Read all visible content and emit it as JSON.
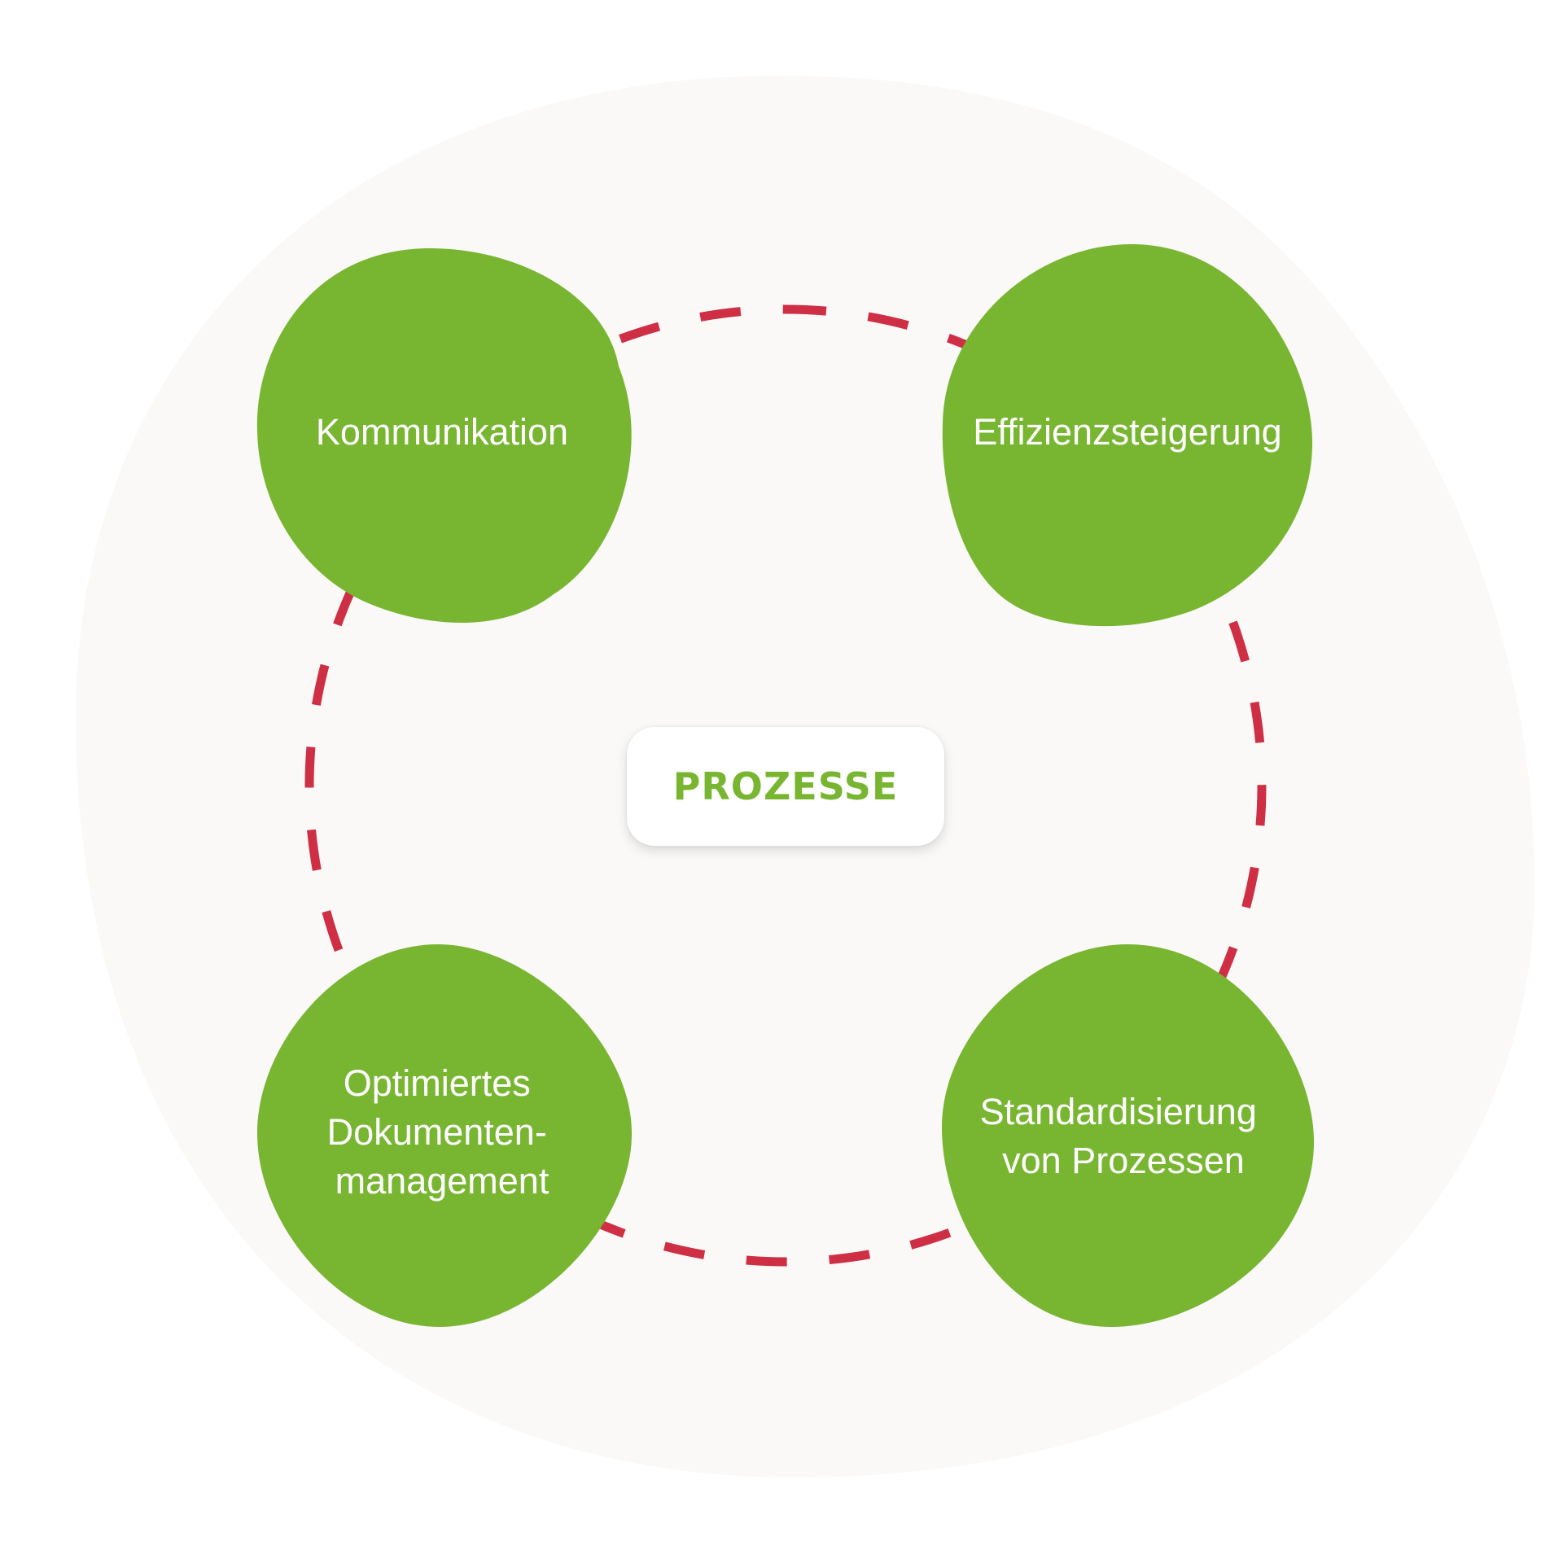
{
  "colors": {
    "background_blob": "#faf9f7",
    "node_fill": "#78b632",
    "ring_dash": "#cf2f44",
    "node_text": "#ffffff",
    "center_text": "#78b632",
    "center_box": "#ffffff"
  },
  "center": {
    "label": "PROZESSE"
  },
  "nodes": [
    {
      "id": "kommunikation",
      "lines": [
        "Kommunikation"
      ]
    },
    {
      "id": "effizienzsteigerung",
      "lines": [
        "Effizienzsteigerung"
      ]
    },
    {
      "id": "dokumentenmanagement",
      "lines": [
        "Optimiertes",
        "Dokumenten-",
        "management"
      ]
    },
    {
      "id": "standardisierung",
      "lines": [
        "Standardisierung",
        "von Prozessen"
      ]
    }
  ]
}
